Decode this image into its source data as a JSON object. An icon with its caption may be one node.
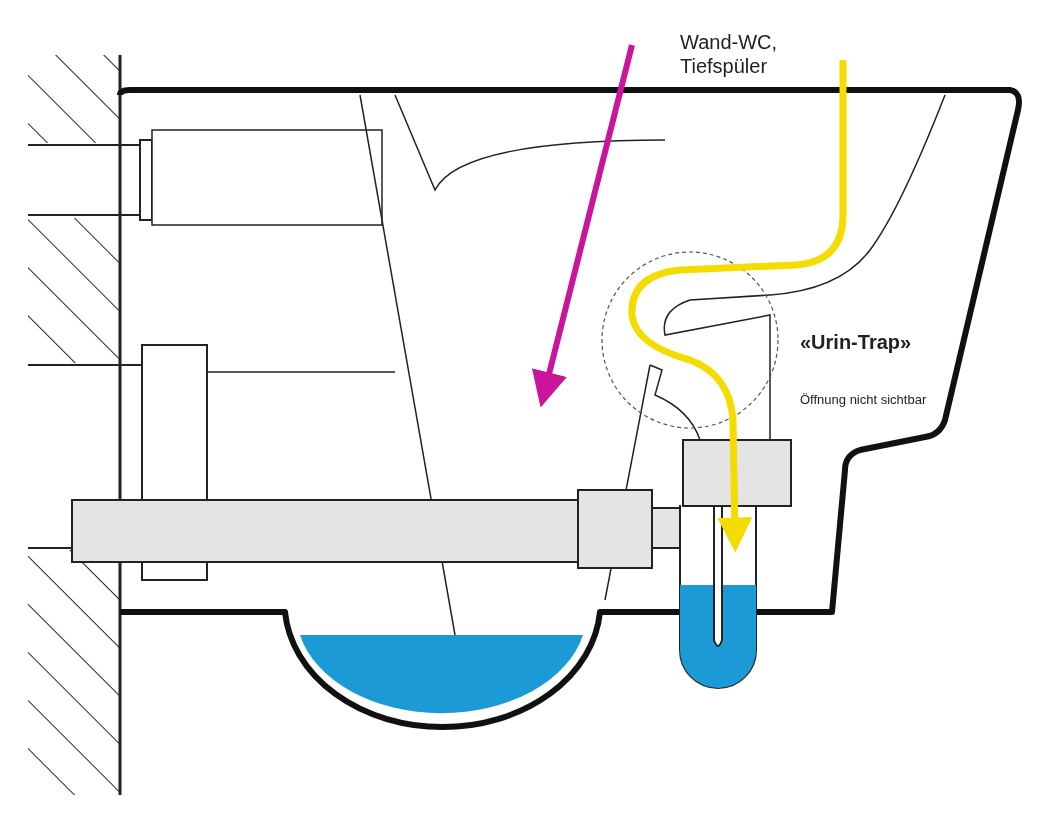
{
  "diagram": {
    "labels": [
      "Wand-WC, Tiefspüler",
      "«Urin-Trap»",
      "Öffnung nicht sichtbar"
    ]
  }
}
